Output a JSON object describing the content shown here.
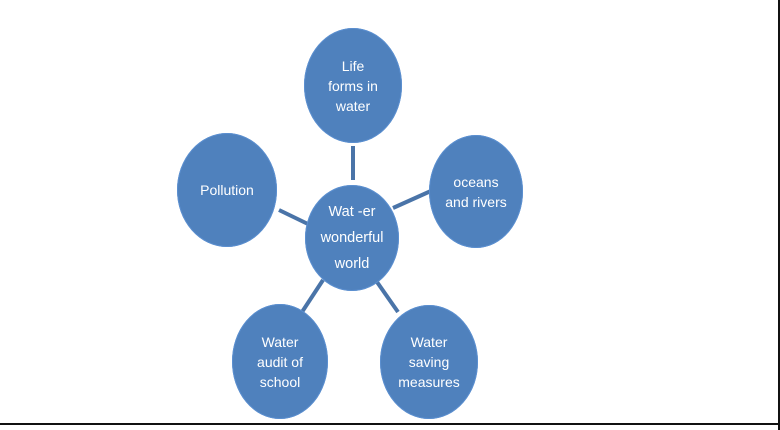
{
  "diagram": {
    "center": {
      "label": "Wat -er\nwonderful\nworld"
    },
    "nodes": [
      {
        "key": "life",
        "label": "Life\nforms in\nwater"
      },
      {
        "key": "oceans",
        "label": "oceans\nand rivers"
      },
      {
        "key": "saving",
        "label": "Water\nsaving\nmeasures"
      },
      {
        "key": "audit",
        "label": "Water\naudit of\nschool"
      },
      {
        "key": "pollution",
        "label": "Pollution"
      }
    ]
  },
  "colors": {
    "node_fill": "#4f81bd",
    "connector": "#4a74a8",
    "label_text": "#ffffff"
  }
}
